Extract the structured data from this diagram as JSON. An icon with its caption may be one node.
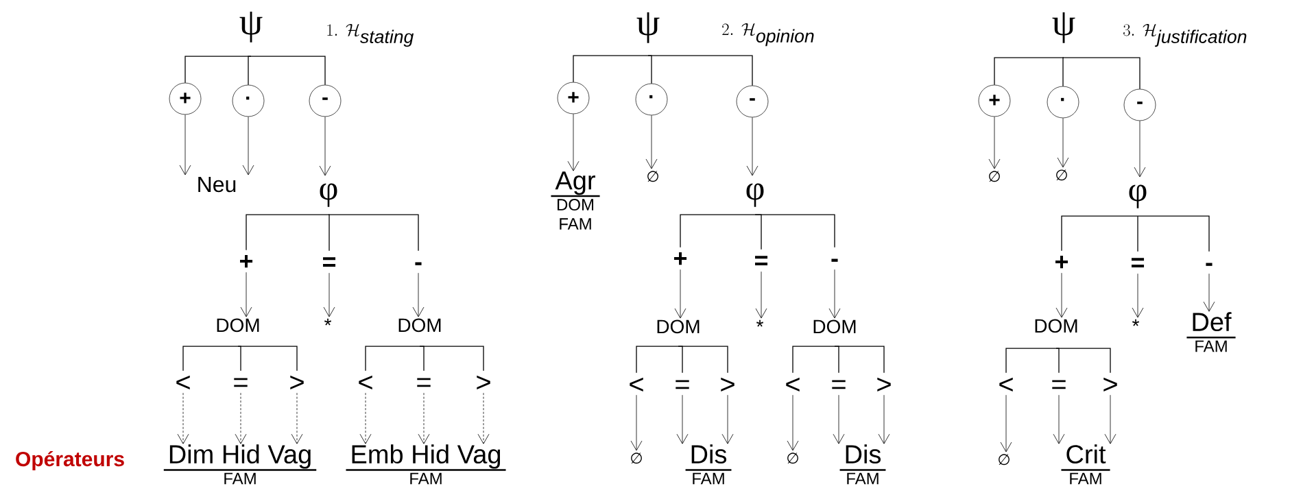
{
  "diagram": {
    "nodes": [
      {
        "text": [
          "ψ"
        ]
      },
      {
        "text": [
          "+"
        ]
      },
      {
        "text": [
          "·"
        ]
      },
      {
        "text": [
          "-"
        ]
      },
      {
        "text": [
          "Neu"
        ]
      },
      {
        "text": [
          "φ"
        ]
      },
      {
        "text": [
          "+"
        ]
      },
      {
        "text": [
          "="
        ]
      },
      {
        "text": [
          "-"
        ]
      },
      {
        "text": [
          "DOM"
        ]
      },
      {
        "text": [
          "*"
        ]
      },
      {
        "text": [
          "DOM"
        ]
      },
      {
        "text": [
          "<"
        ]
      },
      {
        "text": [
          "="
        ]
      },
      {
        "text": [
          ">"
        ]
      },
      {
        "text": [
          "<"
        ]
      },
      {
        "text": [
          "="
        ]
      },
      {
        "text": [
          ">"
        ]
      },
      {
        "text": [
          "Dim Hid Vag",
          "FAM"
        ]
      },
      {
        "text": [
          "Emb Hid Vag",
          "FAM"
        ]
      },
      {
        "text": [
          "ψ"
        ]
      },
      {
        "text": [
          "+"
        ]
      },
      {
        "text": [
          "·"
        ]
      },
      {
        "text": [
          "-"
        ]
      },
      {
        "text": [
          "Agr",
          "DOM",
          "FAM"
        ]
      },
      {
        "text": [
          "∅"
        ]
      },
      {
        "text": [
          "φ"
        ]
      },
      {
        "text": [
          "+"
        ]
      },
      {
        "text": [
          "="
        ]
      },
      {
        "text": [
          "-"
        ]
      },
      {
        "text": [
          "DOM"
        ]
      },
      {
        "text": [
          "*"
        ]
      },
      {
        "text": [
          "DOM"
        ]
      },
      {
        "text": [
          "<"
        ]
      },
      {
        "text": [
          "="
        ]
      },
      {
        "text": [
          ">"
        ]
      },
      {
        "text": [
          "<"
        ]
      },
      {
        "text": [
          "="
        ]
      },
      {
        "text": [
          ">"
        ]
      },
      {
        "text": [
          "∅"
        ]
      },
      {
        "text": [
          "Dis",
          "FAM"
        ]
      },
      {
        "text": [
          "∅"
        ]
      },
      {
        "text": [
          "Dis",
          "FAM"
        ]
      },
      {
        "text": [
          "ψ"
        ]
      },
      {
        "text": [
          "+"
        ]
      },
      {
        "text": [
          "·"
        ]
      },
      {
        "text": [
          "-"
        ]
      },
      {
        "text": [
          "∅"
        ]
      },
      {
        "text": [
          "∅"
        ]
      },
      {
        "text": [
          "φ"
        ]
      },
      {
        "text": [
          "+"
        ]
      },
      {
        "text": [
          "="
        ]
      },
      {
        "text": [
          "-"
        ]
      },
      {
        "text": [
          "DOM"
        ]
      },
      {
        "text": [
          "*"
        ]
      },
      {
        "text": [
          "Def",
          "FAM"
        ]
      },
      {
        "text": [
          "<"
        ]
      },
      {
        "text": [
          "="
        ]
      },
      {
        "text": [
          ">"
        ]
      },
      {
        "text": [
          "∅"
        ]
      },
      {
        "text": [
          "Crit",
          "FAM"
        ]
      }
    ],
    "edges": [
      {
        "from": 0,
        "to": 1,
        "arrow": "none"
      },
      {
        "from": 0,
        "to": 2,
        "arrow": "none"
      },
      {
        "from": 0,
        "to": 3,
        "arrow": "none"
      },
      {
        "from": 1,
        "to": 4,
        "arrow": "to"
      },
      {
        "from": 2,
        "to": 4,
        "arrow": "to"
      },
      {
        "from": 3,
        "to": 5,
        "arrow": "to"
      },
      {
        "from": 5,
        "to": 6,
        "arrow": "none"
      },
      {
        "from": 5,
        "to": 7,
        "arrow": "none"
      },
      {
        "from": 5,
        "to": 8,
        "arrow": "none"
      },
      {
        "from": 6,
        "to": 9,
        "arrow": "to"
      },
      {
        "from": 7,
        "to": 10,
        "arrow": "to"
      },
      {
        "from": 8,
        "to": 11,
        "arrow": "to"
      },
      {
        "from": 9,
        "to": 12,
        "arrow": "none"
      },
      {
        "from": 9,
        "to": 13,
        "arrow": "none"
      },
      {
        "from": 9,
        "to": 14,
        "arrow": "none"
      },
      {
        "from": 11,
        "to": 15,
        "arrow": "none"
      },
      {
        "from": 11,
        "to": 16,
        "arrow": "none"
      },
      {
        "from": 11,
        "to": 17,
        "arrow": "none"
      },
      {
        "from": 12,
        "to": 18,
        "arrow": "to",
        "style": "dashed"
      },
      {
        "from": 13,
        "to": 18,
        "arrow": "to",
        "style": "dashed"
      },
      {
        "from": 14,
        "to": 18,
        "arrow": "to",
        "style": "dashed"
      },
      {
        "from": 15,
        "to": 19,
        "arrow": "to",
        "style": "dashed"
      },
      {
        "from": 16,
        "to": 19,
        "arrow": "to",
        "style": "dashed"
      },
      {
        "from": 17,
        "to": 19,
        "arrow": "to",
        "style": "dashed"
      },
      {
        "from": 20,
        "to": 21,
        "arrow": "none"
      },
      {
        "from": 20,
        "to": 22,
        "arrow": "none"
      },
      {
        "from": 20,
        "to": 23,
        "arrow": "none"
      },
      {
        "from": 21,
        "to": 24,
        "arrow": "to"
      },
      {
        "from": 22,
        "to": 25,
        "arrow": "to"
      },
      {
        "from": 23,
        "to": 26,
        "arrow": "to"
      },
      {
        "from": 26,
        "to": 27,
        "arrow": "none"
      },
      {
        "from": 26,
        "to": 28,
        "arrow": "none"
      },
      {
        "from": 26,
        "to": 29,
        "arrow": "none"
      },
      {
        "from": 27,
        "to": 30,
        "arrow": "to"
      },
      {
        "from": 28,
        "to": 31,
        "arrow": "to"
      },
      {
        "from": 29,
        "to": 32,
        "arrow": "to"
      },
      {
        "from": 30,
        "to": 33,
        "arrow": "none"
      },
      {
        "from": 30,
        "to": 34,
        "arrow": "none"
      },
      {
        "from": 30,
        "to": 35,
        "arrow": "none"
      },
      {
        "from": 32,
        "to": 36,
        "arrow": "none"
      },
      {
        "from": 32,
        "to": 37,
        "arrow": "none"
      },
      {
        "from": 32,
        "to": 38,
        "arrow": "none"
      },
      {
        "from": 33,
        "to": 39,
        "arrow": "to"
      },
      {
        "from": 34,
        "to": 40,
        "arrow": "to"
      },
      {
        "from": 35,
        "to": 40,
        "arrow": "to"
      },
      {
        "from": 36,
        "to": 41,
        "arrow": "to"
      },
      {
        "from": 37,
        "to": 42,
        "arrow": "to"
      },
      {
        "from": 38,
        "to": 42,
        "arrow": "to"
      },
      {
        "from": 43,
        "to": 44,
        "arrow": "none"
      },
      {
        "from": 43,
        "to": 45,
        "arrow": "none"
      },
      {
        "from": 43,
        "to": 46,
        "arrow": "none"
      },
      {
        "from": 44,
        "to": 47,
        "arrow": "to"
      },
      {
        "from": 45,
        "to": 48,
        "arrow": "to"
      },
      {
        "from": 46,
        "to": 49,
        "arrow": "to"
      },
      {
        "from": 49,
        "to": 50,
        "arrow": "none"
      },
      {
        "from": 49,
        "to": 51,
        "arrow": "none"
      },
      {
        "from": 49,
        "to": 52,
        "arrow": "none"
      },
      {
        "from": 50,
        "to": 53,
        "arrow": "to"
      },
      {
        "from": 51,
        "to": 54,
        "arrow": "to"
      },
      {
        "from": 52,
        "to": 55,
        "arrow": "to"
      },
      {
        "from": 53,
        "to": 56,
        "arrow": "none"
      },
      {
        "from": 53,
        "to": 57,
        "arrow": "none"
      },
      {
        "from": 53,
        "to": 58,
        "arrow": "none"
      },
      {
        "from": 56,
        "to": 59,
        "arrow": "to"
      },
      {
        "from": 57,
        "to": 60,
        "arrow": "to"
      },
      {
        "from": 58,
        "to": 60,
        "arrow": "to"
      }
    ],
    "labels": [
      "1.\\ \\mathcal{H}_{\\mathit{stating}}",
      "2.\\ \\mathcal{H}_{\\mathit{opinion}}",
      "3.\\ \\mathcal{H}_{\\mathit{justification}}",
      "Opérateurs"
    ]
  }
}
